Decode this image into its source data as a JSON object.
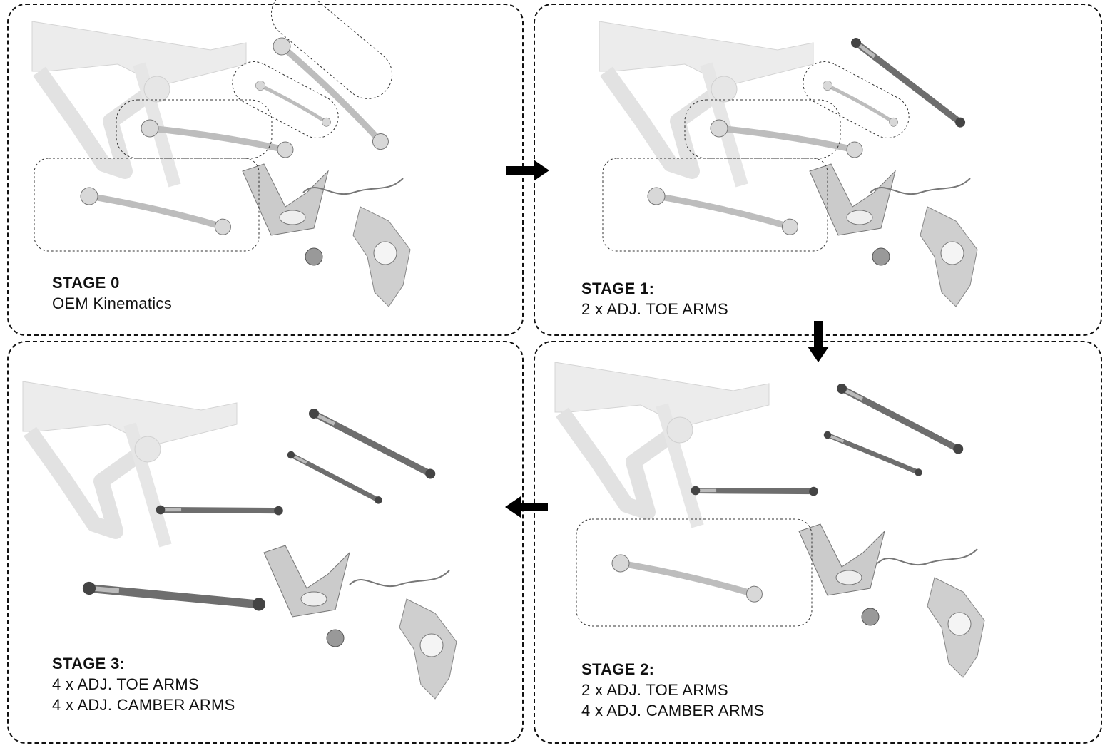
{
  "stages": [
    {
      "title": "STAGE 0",
      "lines": [
        "OEM Kinematics"
      ]
    },
    {
      "title": "STAGE 1:",
      "lines": [
        "2 x ADJ. TOE ARMS"
      ]
    },
    {
      "title": "STAGE 2:",
      "lines": [
        "2 x ADJ. TOE ARMS",
        "4 x ADJ. CAMBER ARMS"
      ]
    },
    {
      "title": "STAGE 3:",
      "lines": [
        "4 x ADJ. TOE ARMS",
        "4 x ADJ. CAMBER ARMS"
      ]
    }
  ],
  "flow_arrows": [
    "right-arrow",
    "down-arrow",
    "left-arrow"
  ],
  "colors": {
    "border": "#111111",
    "part": "#b9b9b9",
    "subframe": "#e4e4e4",
    "adjustable": "#6e6e6e"
  }
}
